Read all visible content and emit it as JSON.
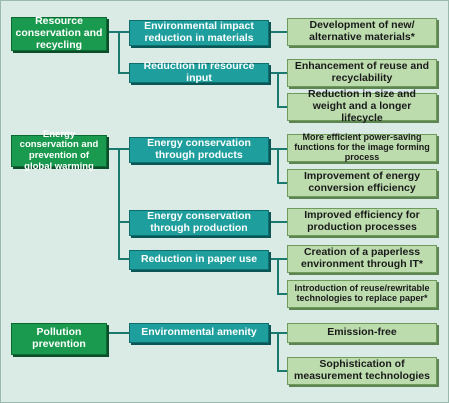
{
  "groups": [
    {
      "title": "Resource conservation and recycling",
      "branches": [
        {
          "label": "Environmental impact reduction in materials",
          "items": [
            "Development of new/ alternative materials*"
          ]
        },
        {
          "label": "Reduction in resource input",
          "items": [
            "Enhancement of reuse and recyclability",
            "Reduction in size and weight and a longer lifecycle"
          ]
        }
      ]
    },
    {
      "title": "Energy conservation and prevention of global warming",
      "branches": [
        {
          "label": "Energy conservation through products",
          "items": [
            "More efficient power-saving functions for the image forming process",
            "Improvement of energy conversion efficiency"
          ]
        },
        {
          "label": "Energy conservation through production",
          "items": [
            "Improved efficiency for production processes"
          ]
        },
        {
          "label": "Reduction in paper use",
          "items": [
            "Creation of a paperless environment through IT*",
            "Introduction of reuse/rewritable technologies to replace paper*"
          ]
        }
      ]
    },
    {
      "title": "Pollution prevention",
      "branches": [
        {
          "label": "Environmental amenity",
          "items": [
            "Emission-free",
            "Sophistication of measurement technologies"
          ]
        }
      ]
    }
  ],
  "colors": {
    "main": "#1a9a4e",
    "branch": "#1f9e9e",
    "item": "#bcdcae",
    "background": "#daeae4",
    "line": "#1a7a70"
  }
}
